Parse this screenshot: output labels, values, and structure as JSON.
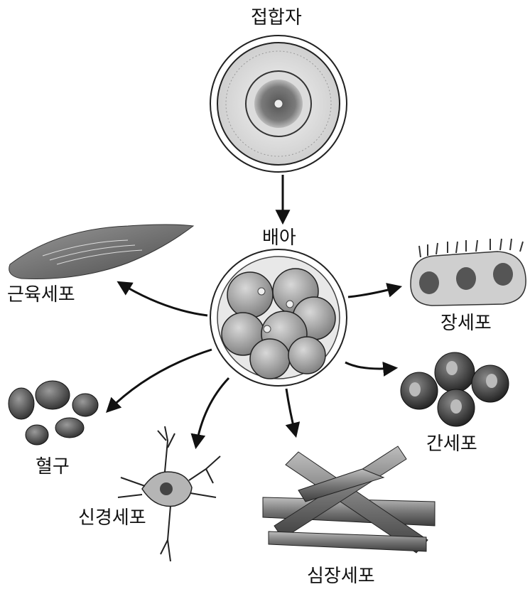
{
  "labels": {
    "zygote": "접합자",
    "embryo": "배아",
    "muscle": "근육세포",
    "intestine": "장세포",
    "liver": "간세포",
    "blood": "혈구",
    "nerve": "신경세포",
    "heart": "심장세포"
  }
}
